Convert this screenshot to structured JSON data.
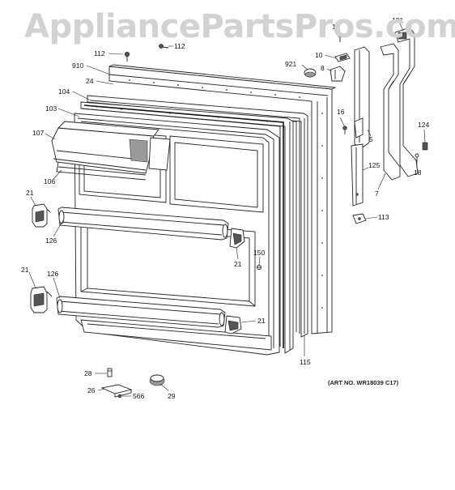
{
  "watermark": "AppliancePartsPros.com",
  "art_number": "(ART NO. WR18039 C17)",
  "callouts": [
    {
      "id": "c-112a",
      "text": "112"
    },
    {
      "id": "c-112b",
      "text": "112"
    },
    {
      "id": "c-910",
      "text": "910"
    },
    {
      "id": "c-24",
      "text": "24"
    },
    {
      "id": "c-104",
      "text": "104"
    },
    {
      "id": "c-103",
      "text": "103"
    },
    {
      "id": "c-107",
      "text": "107"
    },
    {
      "id": "c-106",
      "text": "106"
    },
    {
      "id": "c-21a",
      "text": "21"
    },
    {
      "id": "c-126a",
      "text": "126"
    },
    {
      "id": "c-21b",
      "text": "21"
    },
    {
      "id": "c-150",
      "text": "150"
    },
    {
      "id": "c-21c",
      "text": "21"
    },
    {
      "id": "c-126b",
      "text": "126"
    },
    {
      "id": "c-21d",
      "text": "21"
    },
    {
      "id": "c-115",
      "text": "115"
    },
    {
      "id": "c-28",
      "text": "28"
    },
    {
      "id": "c-26",
      "text": "26"
    },
    {
      "id": "c-566",
      "text": "566"
    },
    {
      "id": "c-29",
      "text": "29"
    },
    {
      "id": "c-921",
      "text": "921"
    },
    {
      "id": "c-10",
      "text": "10"
    },
    {
      "id": "c-8",
      "text": "8"
    },
    {
      "id": "c-16",
      "text": "16"
    },
    {
      "id": "c-5",
      "text": "5"
    },
    {
      "id": "c-125",
      "text": "125"
    },
    {
      "id": "c-113",
      "text": "113"
    },
    {
      "id": "c-7",
      "text": "7"
    },
    {
      "id": "c-121",
      "text": "121"
    },
    {
      "id": "c-124",
      "text": "124"
    },
    {
      "id": "c-18",
      "text": "18"
    },
    {
      "id": "c-19",
      "text": "19"
    }
  ]
}
